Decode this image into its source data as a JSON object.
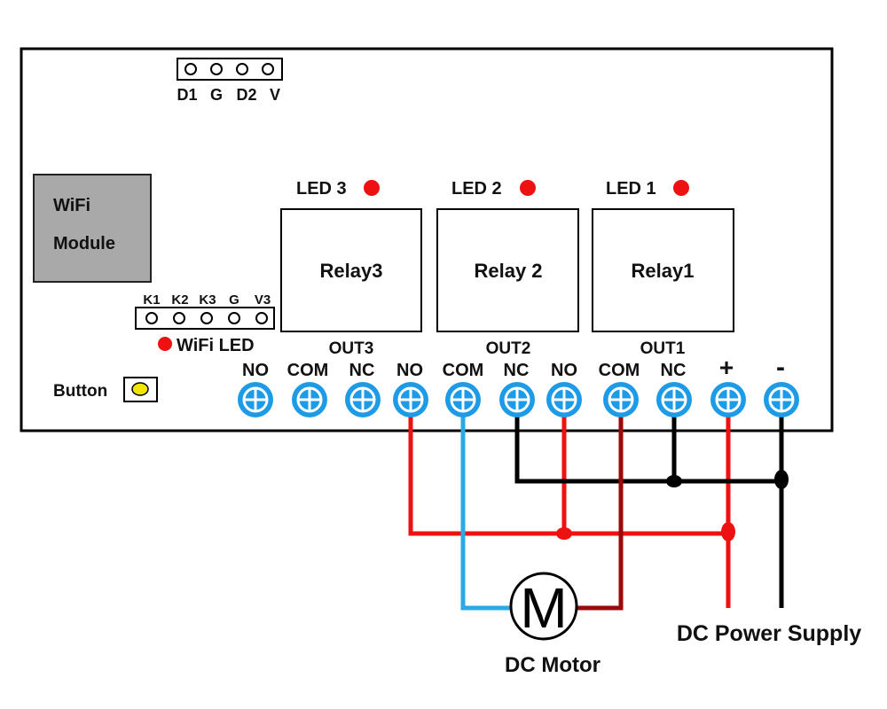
{
  "header": {
    "pins": [
      "D1",
      "G",
      "D2",
      "V"
    ]
  },
  "wifi_module": {
    "line1": "WiFi",
    "line2": "Module"
  },
  "k_header": {
    "pins": [
      "K1",
      "K2",
      "K3",
      "G",
      "V3"
    ]
  },
  "wifi_led": {
    "label": "WiFi LED",
    "color": "#ee1111"
  },
  "button": {
    "label": "Button",
    "color": "#f2e600"
  },
  "relays": [
    {
      "led_label": "LED 3",
      "name": "Relay3",
      "out_label": "OUT3"
    },
    {
      "led_label": "LED 2",
      "name": "Relay 2",
      "out_label": "OUT2"
    },
    {
      "led_label": "LED 1",
      "name": "Relay1",
      "out_label": "OUT1"
    }
  ],
  "terminals": [
    "NO",
    "COM",
    "NC",
    "NO",
    "COM",
    "NC",
    "NO",
    "COM",
    "NC",
    "+",
    "-"
  ],
  "motor": {
    "symbol": "M",
    "label": "DC Motor"
  },
  "power_supply": {
    "label": "DC Power Supply"
  },
  "colors": {
    "terminal": "#1e9be6",
    "wire_red": "#ee1111",
    "wire_blue": "#29a9e8",
    "wire_darkred": "#9b0a0a",
    "wire_black": "#000000",
    "led": "#ee1111",
    "module_fill": "#a9a9a9"
  }
}
